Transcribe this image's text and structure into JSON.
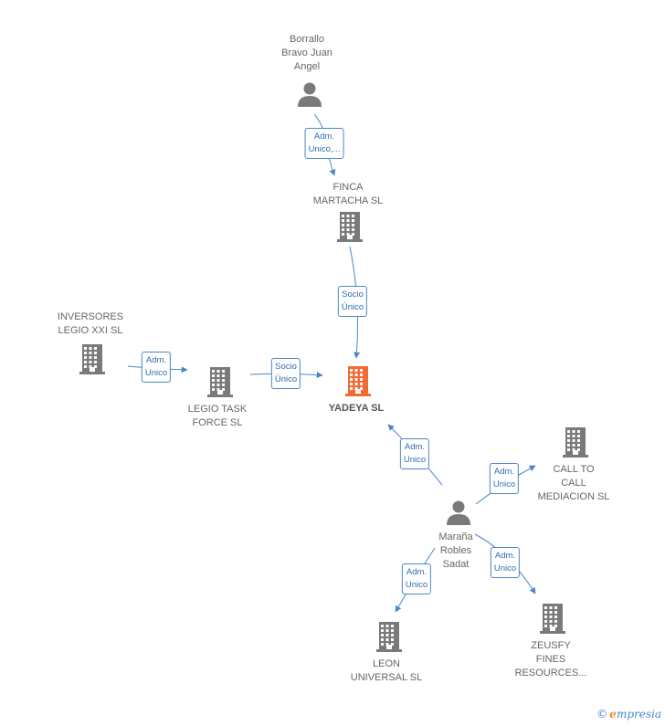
{
  "colors": {
    "edge": "#4a86c8",
    "node": "#7a7a7a",
    "main_node": "#f26b35"
  },
  "nodes": [
    {
      "id": "borrallo",
      "kind": "person",
      "label": "Borrallo\nBravo Juan\nAngel"
    },
    {
      "id": "finca",
      "kind": "company",
      "label": "FINCA\nMARTACHA  SL"
    },
    {
      "id": "yadeya",
      "kind": "company",
      "main": true,
      "label": "YADEYA  SL"
    },
    {
      "id": "inversores",
      "kind": "company",
      "label": "INVERSORES\nLEGIO XXI  SL"
    },
    {
      "id": "legio",
      "kind": "company",
      "label": "LEGIO TASK\nFORCE  SL"
    },
    {
      "id": "marana",
      "kind": "person",
      "label": "Maraña\nRobles\nSadat"
    },
    {
      "id": "callto",
      "kind": "company",
      "label": "CALL TO\nCALL\nMEDIACION  SL"
    },
    {
      "id": "leon",
      "kind": "company",
      "label": "LEON\nUNIVERSAL SL"
    },
    {
      "id": "zeusfy",
      "kind": "company",
      "label": "ZEUSFY\nFINES\nRESOURCES..."
    }
  ],
  "edges": [
    {
      "from": "borrallo",
      "to": "finca",
      "label": "Adm.\nUnico,..."
    },
    {
      "from": "finca",
      "to": "yadeya",
      "label": "Socio\nÚnico"
    },
    {
      "from": "inversores",
      "to": "legio",
      "label": "Adm.\nUnico"
    },
    {
      "from": "legio",
      "to": "yadeya",
      "label": "Socio\nÚnico"
    },
    {
      "from": "marana",
      "to": "yadeya",
      "label": "Adm.\nUnico"
    },
    {
      "from": "marana",
      "to": "callto",
      "label": "Adm.\nUnico"
    },
    {
      "from": "marana",
      "to": "leon",
      "label": "Adm.\nUnico"
    },
    {
      "from": "marana",
      "to": "zeusfy",
      "label": "Adm.\nUnico"
    }
  ],
  "footer": {
    "copyright": "©",
    "brand_first": "e",
    "brand_rest": "mpresia"
  }
}
